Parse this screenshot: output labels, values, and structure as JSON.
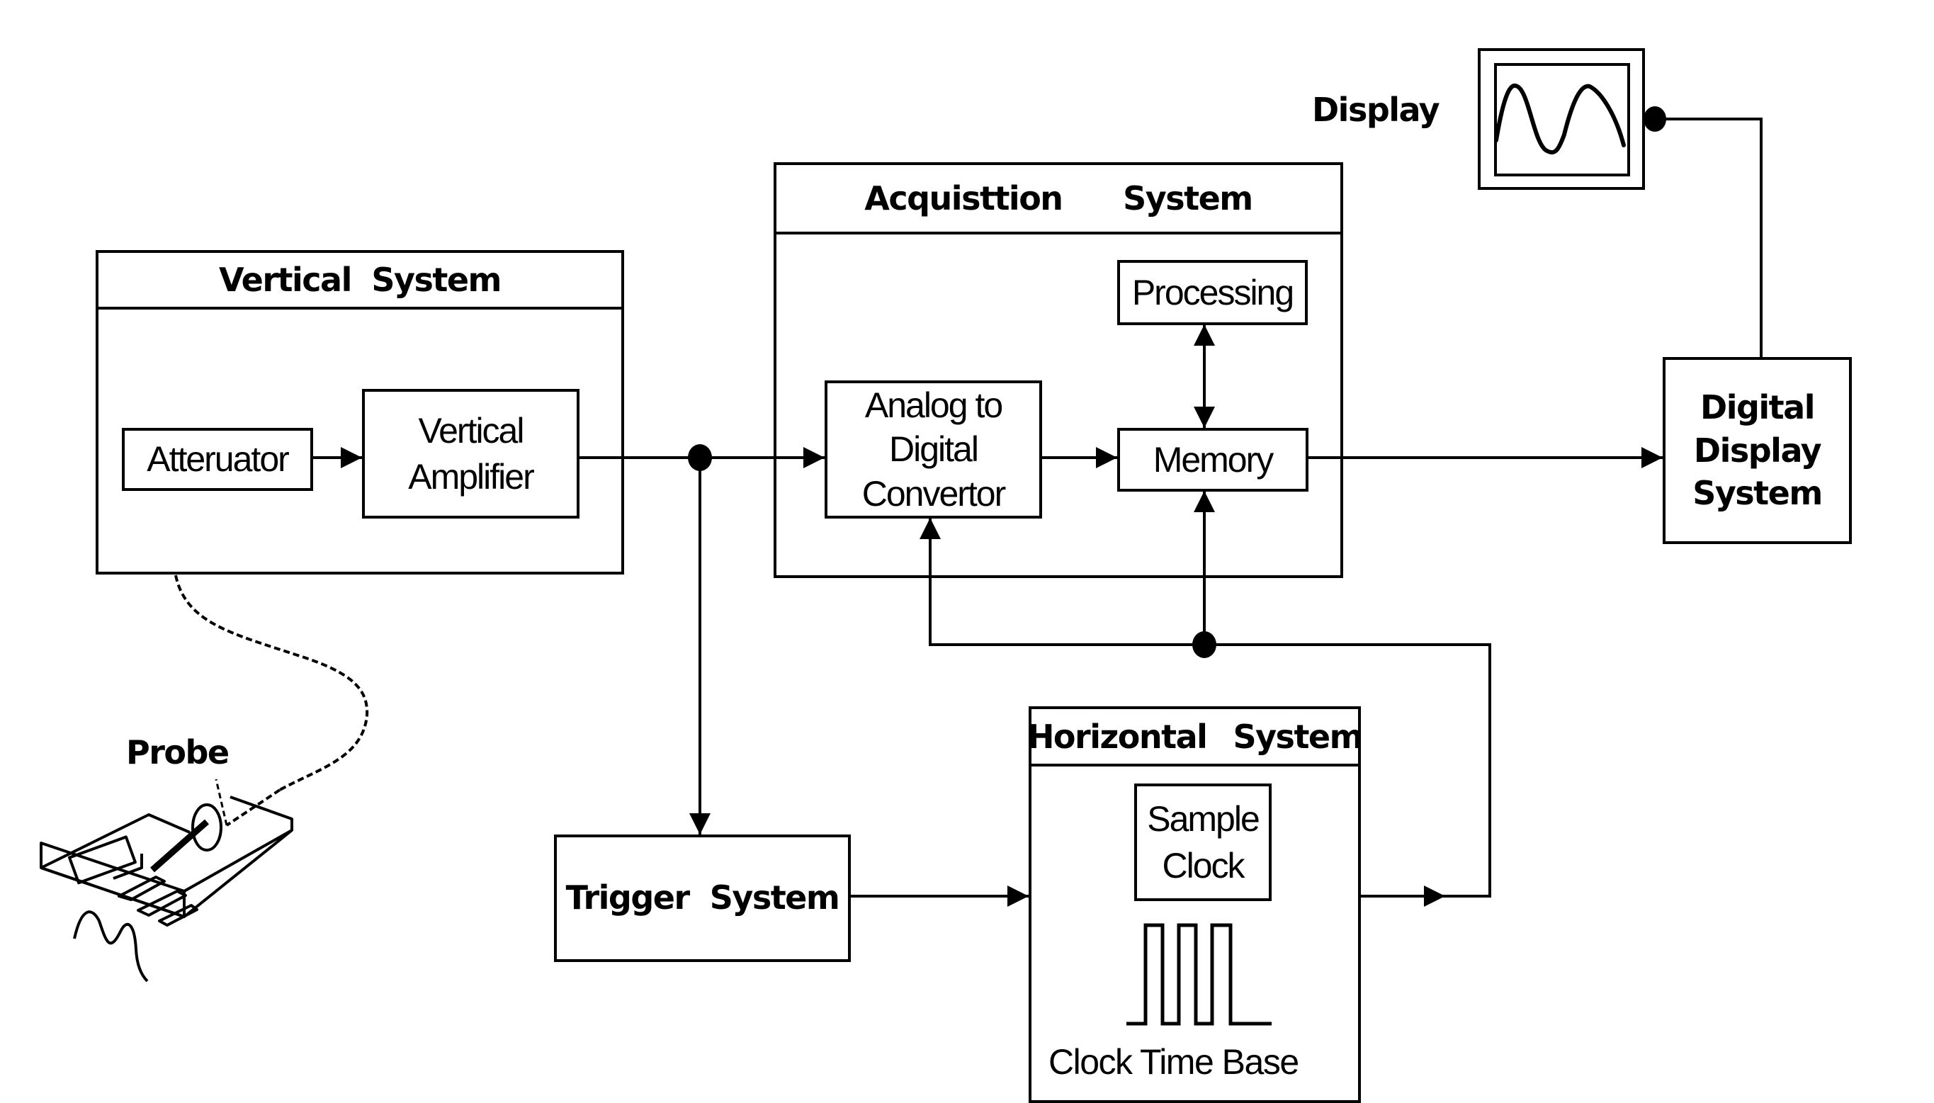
{
  "diagram": {
    "title": "Digital Storage Oscilloscope Block Diagram",
    "vertical_system": {
      "label": "Vertical System",
      "attenuator": "Atteruator",
      "amplifier": "Vertical\nAmplifier"
    },
    "acquisition_system": {
      "label": "Acquisttion   System",
      "processing": "Processing",
      "adc": "Analog to\nDigital\nConvertor",
      "memory": "Memory"
    },
    "display": {
      "label": "Display"
    },
    "digital_display_system": {
      "label": "Digital\nDisplay\nSystem"
    },
    "trigger_system": {
      "label": "Trigger  System"
    },
    "horizontal_system": {
      "label": "Horizontal  System",
      "sample_clock": "Sample\nClock",
      "time_base": "Clock Time Base"
    },
    "probe": {
      "label": "Probe"
    },
    "colors": {
      "line": "#000000",
      "background": "#ffffff"
    }
  }
}
